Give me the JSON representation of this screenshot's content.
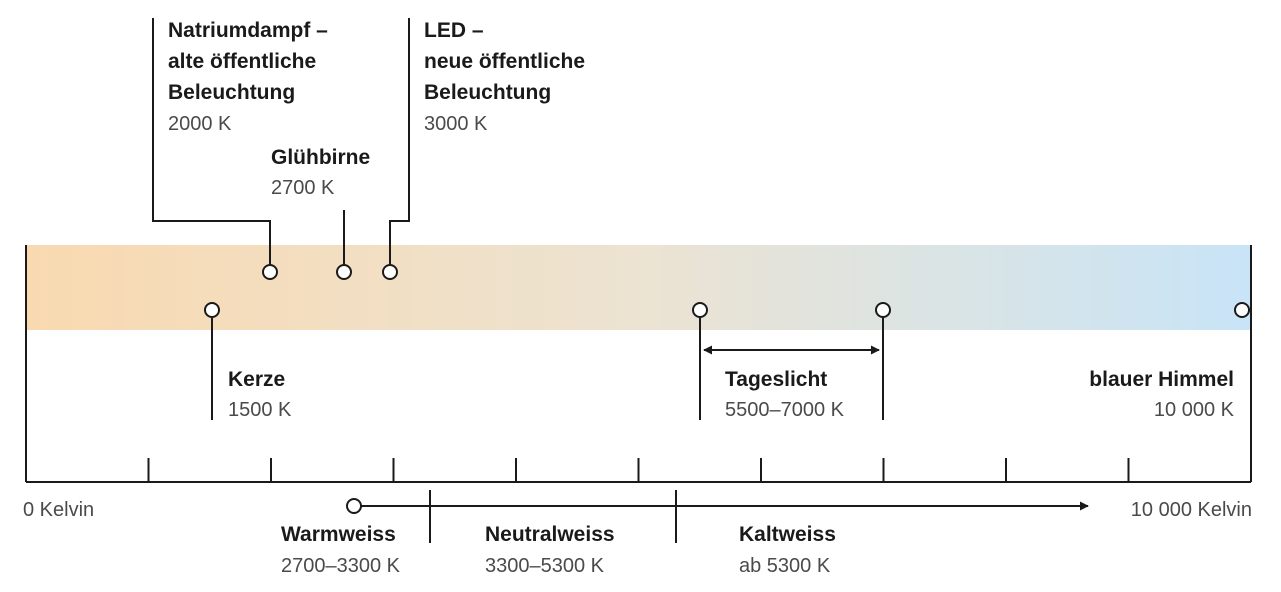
{
  "axis": {
    "start_label": "0 Kelvin",
    "end_label": "10 000 Kelvin"
  },
  "gradient": {
    "warm_color": "#f9d9b0",
    "cool_color": "#c8e4f7"
  },
  "sources": {
    "natrium": {
      "title_lines": [
        "Natriumdampf –",
        "alte öffentliche",
        "Beleuchtung"
      ],
      "value": "2000 K"
    },
    "gluehbirne": {
      "title": "Glühbirne",
      "value": "2700 K"
    },
    "led": {
      "title_lines": [
        "LED –",
        "neue öffentliche",
        "Beleuchtung"
      ],
      "value": "3000 K"
    },
    "kerze": {
      "title": "Kerze",
      "value": "1500 K"
    },
    "tageslicht": {
      "title": "Tageslicht",
      "value": "5500–7000 K"
    },
    "himmel": {
      "title": "blauer Himmel",
      "value": "10 000 K"
    }
  },
  "ranges": {
    "warmweiss": {
      "title": "Warmweiss",
      "value": "2700–3300 K"
    },
    "neutralweiss": {
      "title": "Neutralweiss",
      "value": "3300–5300 K"
    },
    "kaltweiss": {
      "title": "Kaltweiss",
      "value": "ab 5300 K"
    }
  }
}
